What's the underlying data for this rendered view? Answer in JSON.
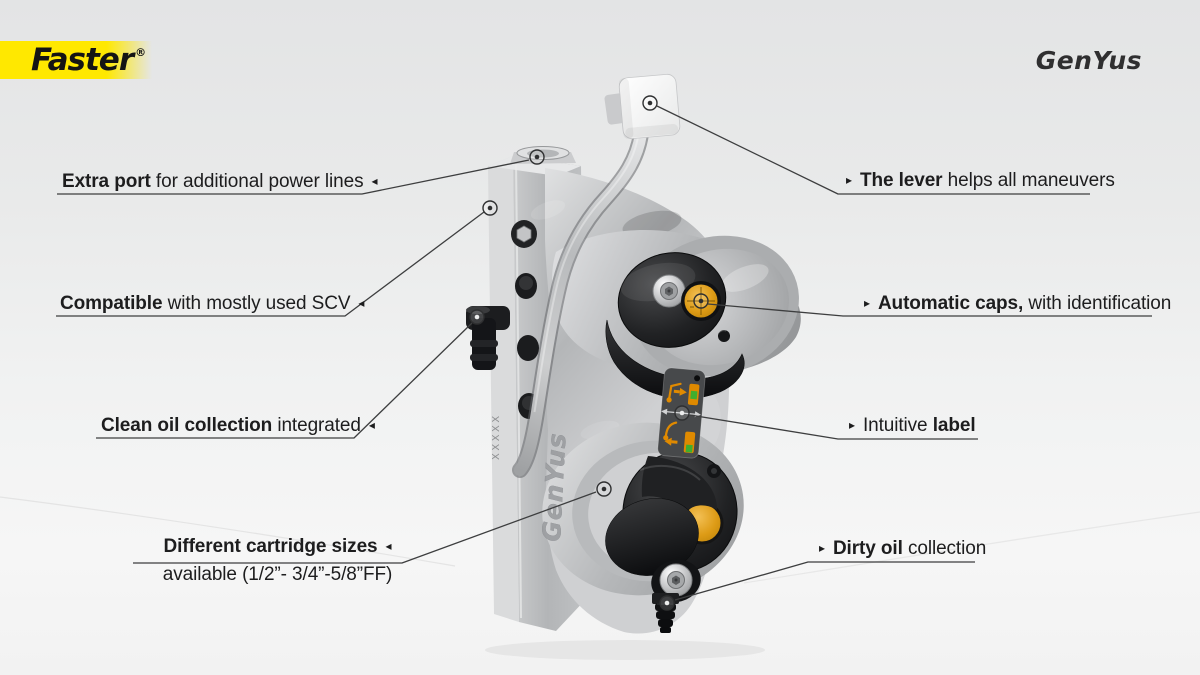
{
  "header": {
    "brand": "Faster",
    "registered_mark": "®",
    "model": "GenYus",
    "brand_bg": "#ffe800"
  },
  "callouts": {
    "extra_port": {
      "bold": "Extra port",
      "regular": " for additional power lines",
      "arrow": "◂"
    },
    "compatible": {
      "bold": "Compatible",
      "regular": " with mostly used SCV",
      "arrow": "◂"
    },
    "clean_oil": {
      "bold": "Clean oil collection",
      "regular": " integrated",
      "arrow": "◂"
    },
    "cartridge": {
      "bold": "Different cartridge sizes",
      "arrow": "◂",
      "line2": "available (1/2”- 3/4”-5/8”FF)"
    },
    "lever": {
      "arrow": "▸",
      "bold": "The lever",
      "regular": " helps all maneuvers"
    },
    "auto_caps": {
      "arrow": "▸",
      "bold": "Automatic caps,",
      "regular": " with identification"
    },
    "intuitive": {
      "arrow": "▸",
      "regular": "Intuitive",
      "bold": " label"
    },
    "dirty_oil": {
      "arrow": "▸",
      "bold": "Dirty oil",
      "regular": " collection"
    }
  },
  "product": {
    "embossed_text": "GenYus",
    "embossed_serial": "XXXXX",
    "colors": {
      "brand_yellow": "#ffe800",
      "cap_amber": "#d6930f",
      "label_orange": "#e08a00",
      "label_green": "#3fae2e",
      "metal_silver": "#c4c6c8",
      "cap_black": "#17181a"
    }
  }
}
